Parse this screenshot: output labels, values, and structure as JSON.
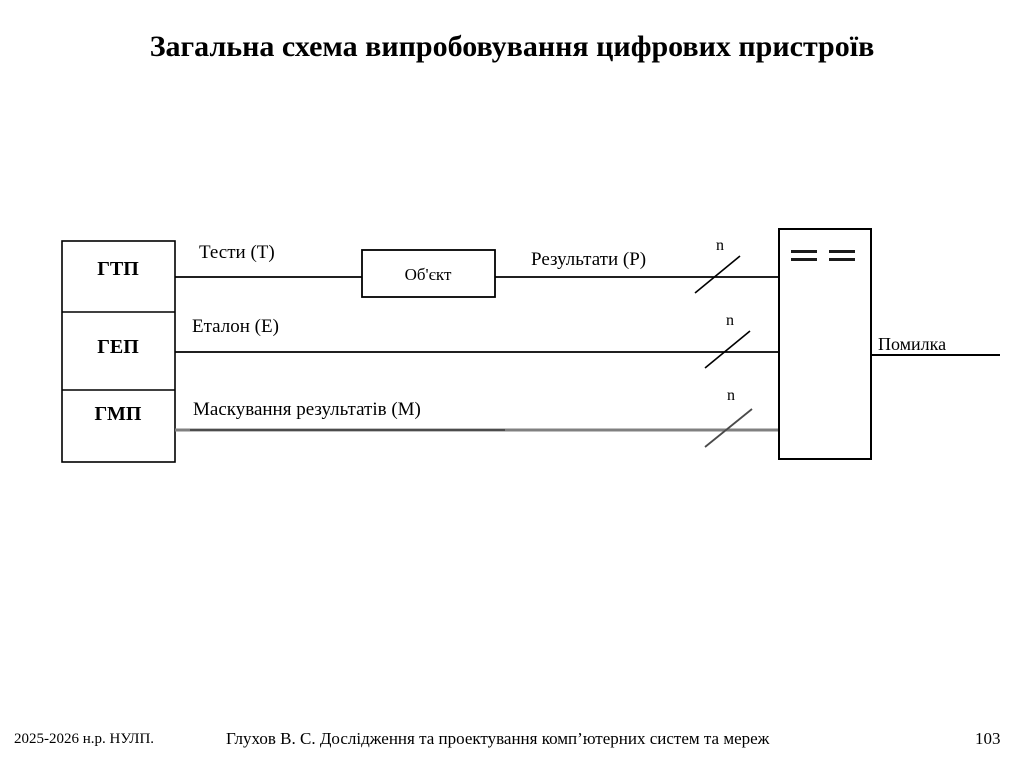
{
  "slide": {
    "title": "Загальна схема випробовування цифрових пристроїв"
  },
  "diagram": {
    "generator_boxes": [
      {
        "label": "ГТП"
      },
      {
        "label": "ГЕП"
      },
      {
        "label": "ГМП"
      }
    ],
    "object_box": {
      "label": "Об'єкт"
    },
    "comparator_box": {
      "label": "= ="
    },
    "signal_labels": [
      {
        "label": "Тести (Т)"
      },
      {
        "label": "Еталон (Е)"
      },
      {
        "label": "Маскування результатів (М)"
      },
      {
        "label": "Результати (Р)"
      }
    ],
    "bus_width_labels": [
      {
        "label": "n"
      },
      {
        "label": "n"
      },
      {
        "label": "n"
      }
    ],
    "output_label": "Помилка",
    "colors": {
      "line": "#000000",
      "line_muted": "#808080",
      "box_stroke": "#000000",
      "background": "#ffffff",
      "text": "#000000"
    }
  },
  "footer": {
    "left": "2025-2026 н.р. НУЛП.",
    "center": "Глухов В. С. Дослідження та проектування комп’ютерних систем та мереж",
    "page": "103"
  }
}
